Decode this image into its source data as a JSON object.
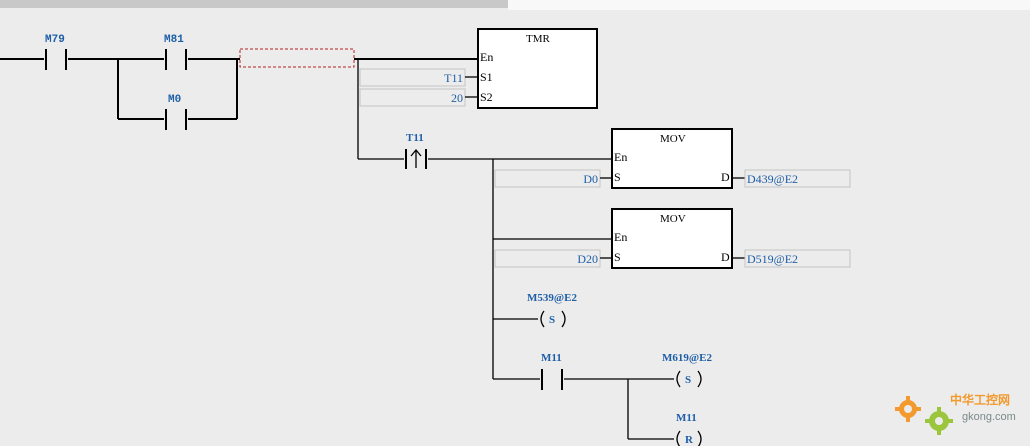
{
  "contacts": {
    "m79": "M79",
    "m81": "M81",
    "m0": "M0",
    "t11": "T11",
    "m11": "M11"
  },
  "tmr_block": {
    "title": "TMR",
    "pin_en": "En",
    "pin_s1": "S1",
    "pin_s2": "S2",
    "s1_value": "T11",
    "s2_value": "20"
  },
  "mov_block_1": {
    "title": "MOV",
    "pin_en": "En",
    "pin_s": "S",
    "pin_d": "D",
    "s_value": "D0",
    "d_value": "D439@E2"
  },
  "mov_block_2": {
    "title": "MOV",
    "pin_en": "En",
    "pin_s": "S",
    "pin_d": "D",
    "s_value": "D20",
    "d_value": "D519@E2"
  },
  "coils": [
    {
      "device": "M539@E2",
      "type": "S"
    },
    {
      "device": "M619@E2",
      "type": "S"
    },
    {
      "device": "M11",
      "type": "R"
    }
  ],
  "watermark": {
    "brand": "中华工控网",
    "domain": "gkong.com"
  },
  "colors": {
    "label_blue": "#1f5fa8",
    "selection_red": "#b22222",
    "watermark_orange": "#f29a2e",
    "watermark_green": "#9bc53d"
  }
}
